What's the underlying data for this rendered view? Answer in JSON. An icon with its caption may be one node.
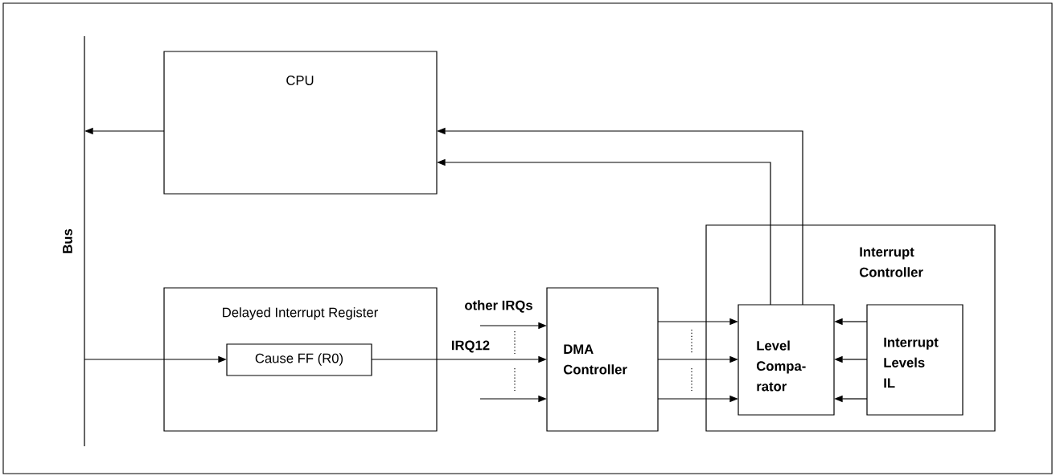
{
  "diagram": {
    "nodes": [
      {
        "text": [
          "Bus"
        ]
      },
      {
        "text": [
          "CPU"
        ]
      },
      {
        "text": [
          "Delayed Interrupt Register"
        ]
      },
      {
        "text": [
          "Cause FF (R0)"
        ],
        "in": 2
      },
      {
        "text": [
          "DMA Controller"
        ]
      },
      {
        "text": [
          "Interrupt Controller"
        ]
      },
      {
        "text": [
          "Level Compa- rator"
        ],
        "in": 5
      },
      {
        "text": [
          "Interrupt Levels IL"
        ],
        "in": 5
      }
    ],
    "edges": [
      {
        "from": 1,
        "to": 0,
        "arrow": "to"
      },
      {
        "from": 0,
        "to": 3,
        "arrow": "to"
      },
      {
        "from": 3,
        "to": 4,
        "arrow": "to",
        "label": "IRQ12"
      },
      {
        "from": null,
        "to": 4,
        "arrow": "to",
        "label": "other IRQs"
      },
      {
        "from": null,
        "to": 4,
        "arrow": "to"
      },
      {
        "from": 4,
        "to": 6,
        "arrow": "to"
      },
      {
        "from": 4,
        "to": 6,
        "arrow": "to"
      },
      {
        "from": 4,
        "to": 6,
        "arrow": "to"
      },
      {
        "from": 7,
        "to": 6,
        "arrow": "to"
      },
      {
        "from": 7,
        "to": 6,
        "arrow": "to"
      },
      {
        "from": 7,
        "to": 6,
        "arrow": "to"
      },
      {
        "from": 6,
        "to": 1,
        "arrow": "to"
      },
      {
        "from": 6,
        "to": 1,
        "arrow": "to"
      }
    ]
  }
}
